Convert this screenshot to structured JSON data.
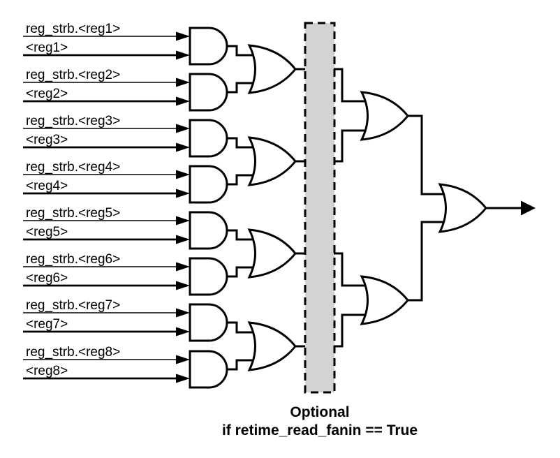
{
  "diagram": {
    "background": "#ffffff",
    "stroke_color": "#000000",
    "inputs": [
      {
        "strobe_label": "reg_strb.<reg1>",
        "value_label": "<reg1>"
      },
      {
        "strobe_label": "reg_strb.<reg2>",
        "value_label": "<reg2>"
      },
      {
        "strobe_label": "reg_strb.<reg3>",
        "value_label": "<reg3>"
      },
      {
        "strobe_label": "reg_strb.<reg4>",
        "value_label": "<reg4>"
      },
      {
        "strobe_label": "reg_strb.<reg5>",
        "value_label": "<reg5>"
      },
      {
        "strobe_label": "reg_strb.<reg6>",
        "value_label": "<reg6>"
      },
      {
        "strobe_label": "reg_strb.<reg7>",
        "value_label": "<reg7>"
      },
      {
        "strobe_label": "reg_strb.<reg8>",
        "value_label": "<reg8>"
      }
    ],
    "optional_band": {
      "fill": "#d3d3d3",
      "caption_line1": "Optional",
      "caption_line2": "if retime_read_fanin == True"
    },
    "gates": {
      "and_gates": 8,
      "or_gates_level1": 4,
      "or_gates_level2": 2,
      "or_gates_final": 1
    }
  }
}
